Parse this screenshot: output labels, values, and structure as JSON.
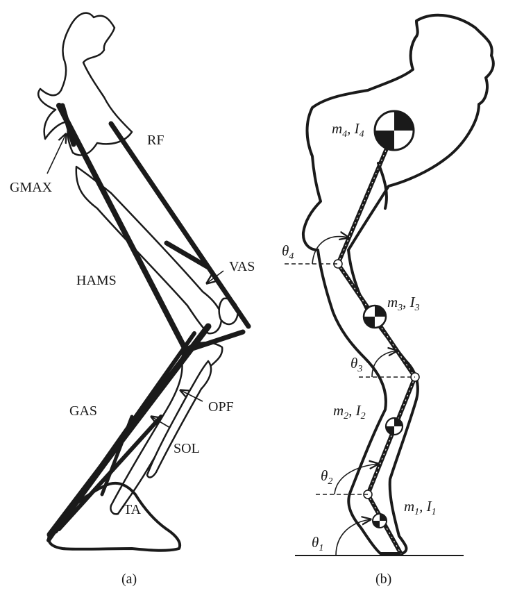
{
  "panel_a": {
    "caption": "(a)",
    "muscles": {
      "rf": "RF",
      "gmax": "GMAX",
      "vas": "VAS",
      "hams": "HAMS",
      "gas": "GAS",
      "opf": "OPF",
      "sol": "SOL",
      "ta": "TA"
    }
  },
  "panel_b": {
    "caption": "(b)",
    "segments": {
      "s4_m": "m",
      "s4_m_sub": "4",
      "s4_i": "I",
      "s4_i_sub": "4",
      "s3_m": "m",
      "s3_m_sub": "3",
      "s3_i": "I",
      "s3_i_sub": "3",
      "s2_m": "m",
      "s2_m_sub": "2",
      "s2_i": "I",
      "s2_i_sub": "2",
      "s1_m": "m",
      "s1_m_sub": "1",
      "s1_i": "I",
      "s1_i_sub": "1"
    },
    "angles": {
      "t4": "θ",
      "t4_sub": "4",
      "t3": "θ",
      "t3_sub": "3",
      "t2": "θ",
      "t2_sub": "2",
      "t1": "θ",
      "t1_sub": "1"
    }
  }
}
